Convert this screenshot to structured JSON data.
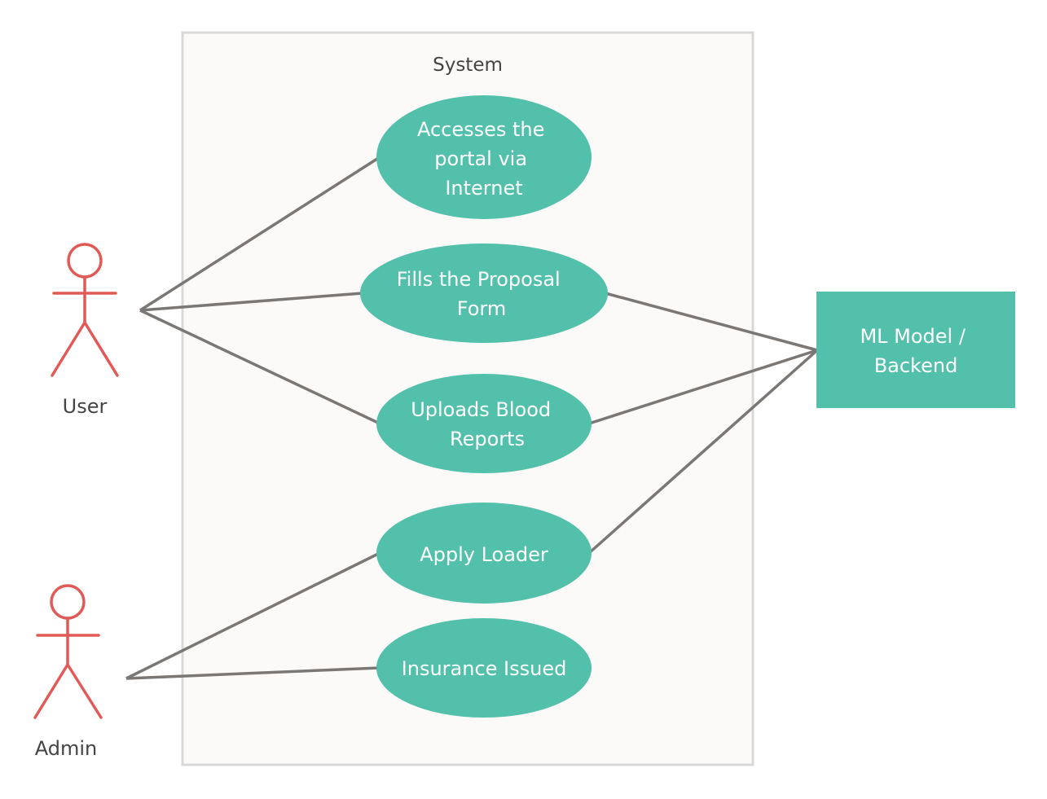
{
  "boundary": {
    "label": "System"
  },
  "actors": {
    "user": {
      "label": "User"
    },
    "admin": {
      "label": "Admin"
    }
  },
  "use_cases": [
    {
      "lines": [
        "Accesses the",
        "portal via",
        "Internet"
      ]
    },
    {
      "lines": [
        "Fills the Proposal",
        "Form"
      ]
    },
    {
      "lines": [
        "Uploads Blood",
        "Reports"
      ]
    },
    {
      "lines": [
        "Apply Loader"
      ]
    },
    {
      "lines": [
        "Insurance Issued"
      ]
    }
  ],
  "external_system": {
    "lines": [
      "ML Model /",
      "Backend"
    ]
  },
  "colors": {
    "use_case_fill": "#52c0ab",
    "actor_stroke": "#e25a57",
    "connector": "#7a7775",
    "boundary_fill": "#fbfaf9",
    "boundary_stroke": "#d8d8d8"
  }
}
